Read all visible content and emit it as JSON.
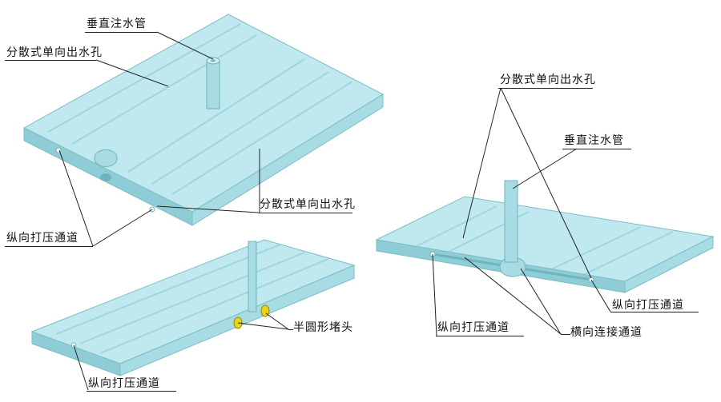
{
  "labels": {
    "vertical_pipe_top": "垂直注水管",
    "outlet_top_left": "分散式单向出水孔",
    "outlet_top_mid": "分散式单向出水孔",
    "channel_top_left": "纵向打压通道",
    "plug_bottom": "半圆形堵头",
    "channel_bottom_left": "纵向打压通道",
    "outlet_right": "分散式单向出水孔",
    "vertical_pipe_right": "垂直注水管",
    "channel_right_a": "纵向打压通道",
    "channel_right_b": "纵向打压通道",
    "transverse_channel": "横向连接通道"
  },
  "colors": {
    "strip_top": "#bfe9ef",
    "strip_side": "#8fcdd6",
    "strip_shadow": "#6fb3bd",
    "plug": "#e8d21a",
    "line": "#222222"
  }
}
